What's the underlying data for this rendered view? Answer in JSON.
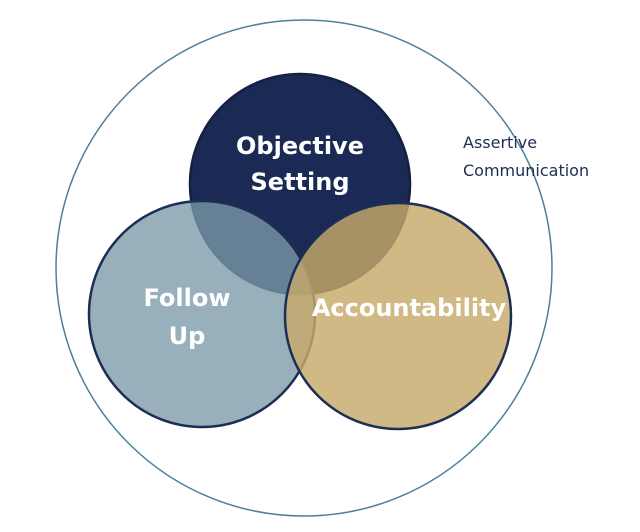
{
  "diagram": {
    "outer": {
      "label_line1": "Assertive",
      "label_line2": "Communication",
      "stroke": "#4f7f9c"
    },
    "circles": [
      {
        "id": "objective",
        "line1": "Objective",
        "line2": "Setting",
        "fill": "#1b2a55",
        "stroke": "#141f44"
      },
      {
        "id": "followup",
        "line1": "Follow",
        "line2": "Up",
        "fill": "#7b9aa8",
        "stroke": "#1d2e55"
      },
      {
        "id": "accountability",
        "line1": "Accountability",
        "line2": "",
        "fill": "#c7a96a",
        "stroke": "#1d2e55"
      }
    ],
    "label_color": "#ffffff"
  }
}
